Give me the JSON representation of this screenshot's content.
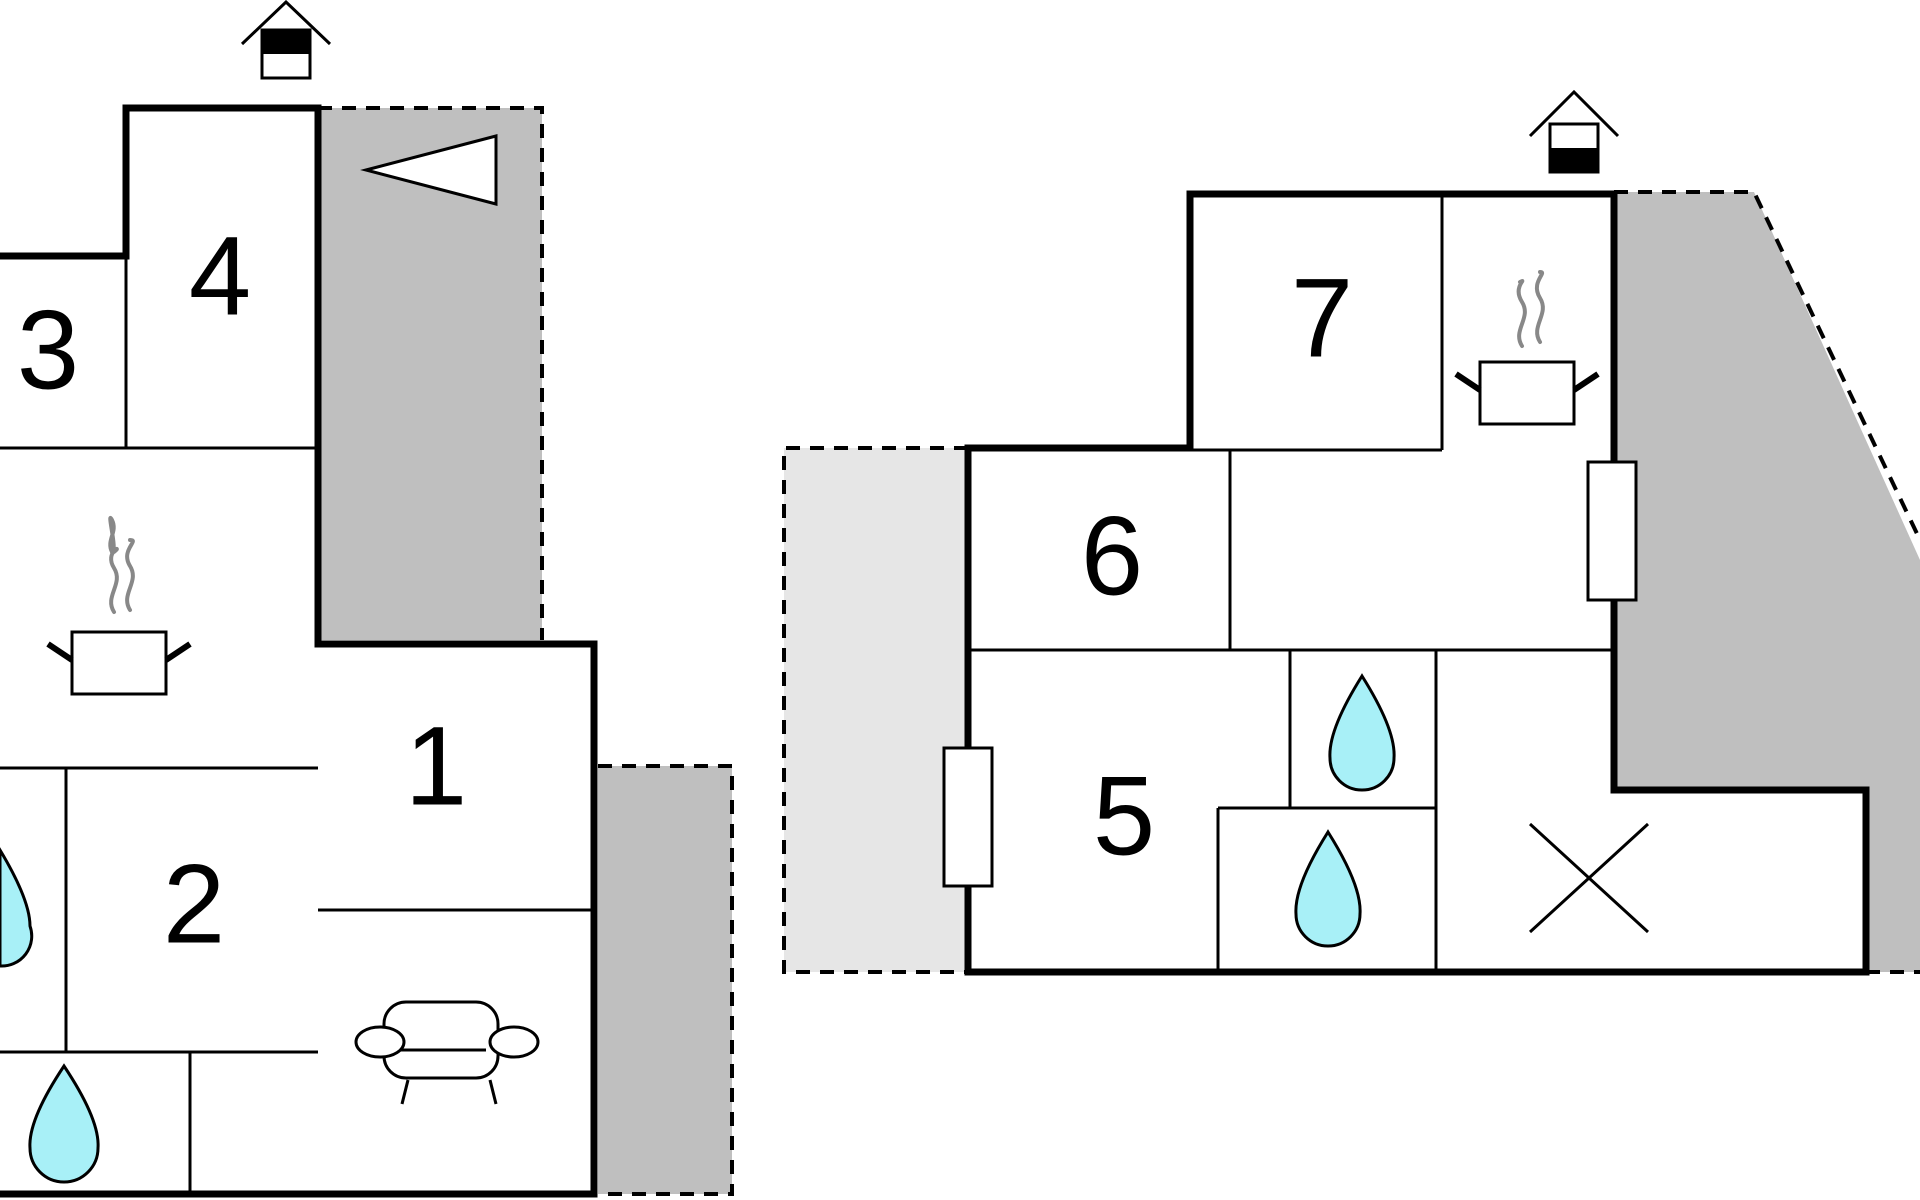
{
  "colors": {
    "terrace_dark": "#bfbfbf",
    "terrace_light": "#e6e6e6",
    "water": "#a8f0f7",
    "wall": "#000000",
    "steam": "#888888"
  },
  "rooms": [
    {
      "id": "room-1",
      "label": "1"
    },
    {
      "id": "room-2",
      "label": "2"
    },
    {
      "id": "room-3",
      "label": "3"
    },
    {
      "id": "room-4",
      "label": "4"
    },
    {
      "id": "room-5",
      "label": "5"
    },
    {
      "id": "room-6",
      "label": "6"
    },
    {
      "id": "room-7",
      "label": "7"
    }
  ],
  "icons": {
    "entrance": "entrance-house-icon",
    "kitchen": "cooking-pot-icon",
    "bathroom": "water-drop-icon",
    "living": "sofa-icon",
    "fireplace": "fireplace-triangle-icon",
    "window": "window-icon",
    "no_access": "cross-icon"
  }
}
